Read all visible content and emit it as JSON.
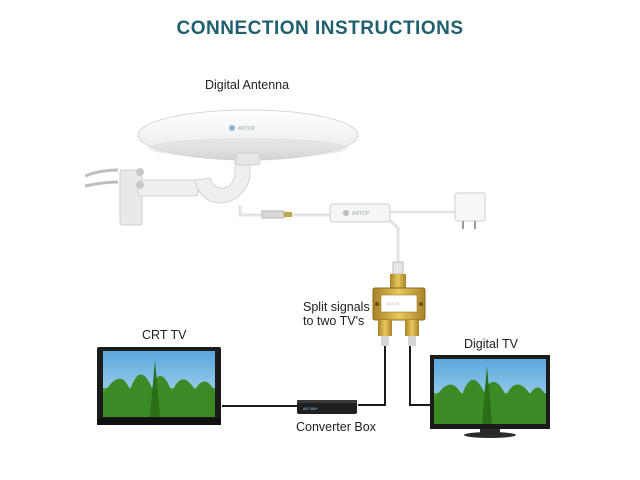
{
  "title": "CONNECTION INSTRUCTIONS",
  "labels": {
    "antenna": "Digital Antenna",
    "split_line1": "Split signals",
    "split_line2": "to two TV's",
    "crt_tv": "CRT TV",
    "digital_tv": "Digital TV",
    "converter_box": "Converter Box"
  },
  "brand": {
    "antenna": "ANTOP",
    "amplifier": "ANTOP",
    "splitter": "ANTOP",
    "converter": "AIO 360+"
  },
  "colors": {
    "title": "#1f5f6e",
    "cable": "#1a1a1a",
    "white_cable": "#e6e6e6",
    "device_white": "#f4f4f4",
    "splitter_gold": "#c9a23a",
    "tv_frame": "#1b1b1b",
    "sky": "#6fb6e0",
    "trees": "#3d8f2a"
  },
  "icons": {
    "antenna": "ufo-antenna-icon",
    "mount": "wall-mount-bracket-icon",
    "amplifier": "signal-amplifier-icon",
    "power": "power-adapter-icon",
    "splitter": "coax-splitter-icon",
    "converter": "converter-box-icon",
    "crt": "tv-icon",
    "digital": "flat-tv-icon"
  }
}
